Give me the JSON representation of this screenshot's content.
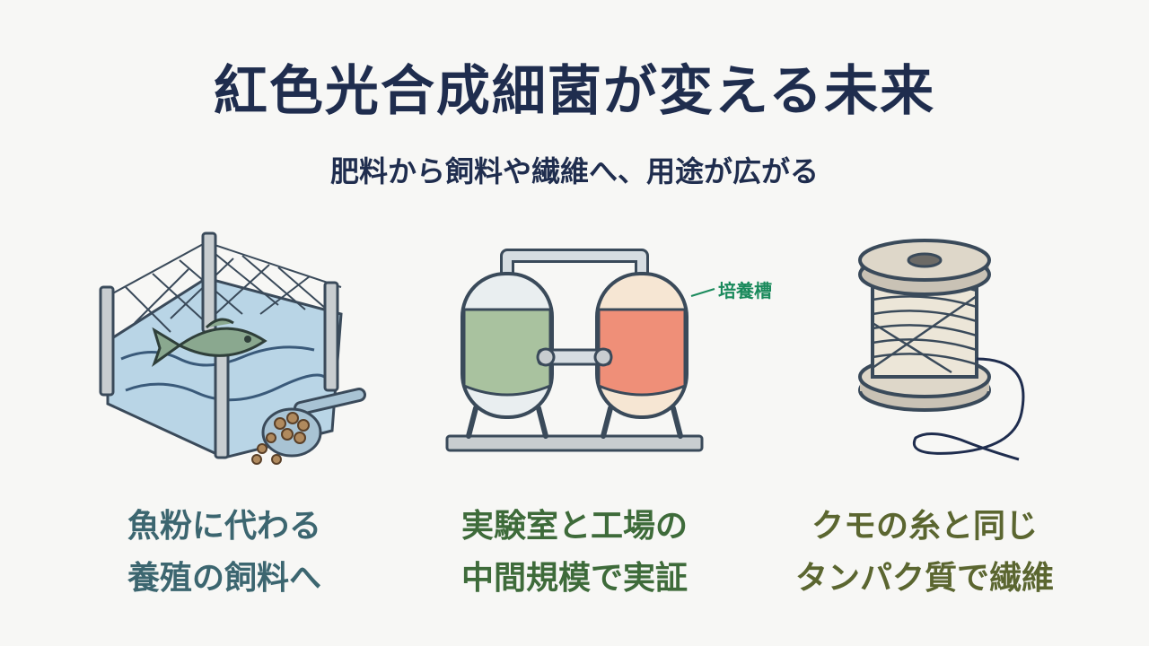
{
  "title": "紅色光合成細菌が変える未来",
  "subtitle": "肥料から飼料や繊維へ、用途が広がる",
  "colors": {
    "title": "#1f2d4e",
    "feed_caption": "#3c6670",
    "tank_caption": "#3e6b3a",
    "fiber_caption": "#5b6630",
    "tank_label": "#1a8a5c"
  },
  "panels": [
    {
      "icon": "fish-farm-net-icon",
      "caption_line1": "魚粉に代わる",
      "caption_line2": "養殖の飼料へ"
    },
    {
      "icon": "bioreactor-tanks-icon",
      "label": "培養槽",
      "caption_line1": "実験室と工場の",
      "caption_line2": "中間規模で実証"
    },
    {
      "icon": "thread-spool-icon",
      "caption_line1": "クモの糸と同じ",
      "caption_line2": "タンパク質で繊維"
    }
  ]
}
